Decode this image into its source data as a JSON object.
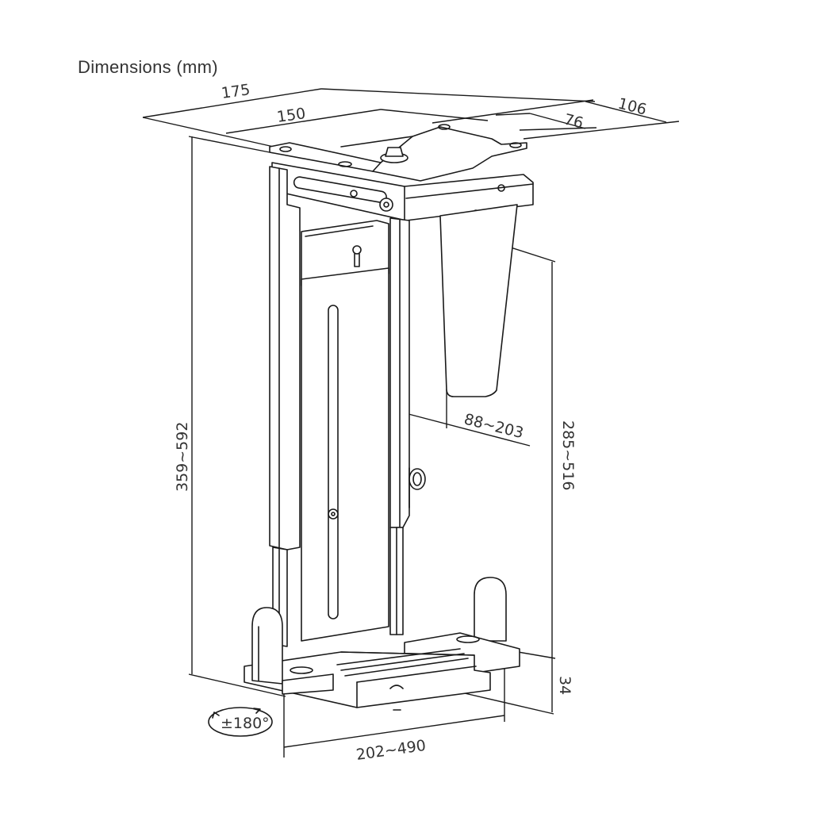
{
  "title": "Dimensions (mm)",
  "dimensions": {
    "top_width_outer": "175",
    "top_width_inner": "150",
    "top_depth_outer": "106",
    "top_depth_inner": "76",
    "overall_height": "359~592",
    "inner_height": "285~516",
    "inner_width": "88~203",
    "bottom_length": "202~490",
    "bottom_height": "34",
    "rotation": "±180°"
  },
  "colors": {
    "line": "#1a1a1a",
    "text": "#333333",
    "background": "#ffffff"
  }
}
